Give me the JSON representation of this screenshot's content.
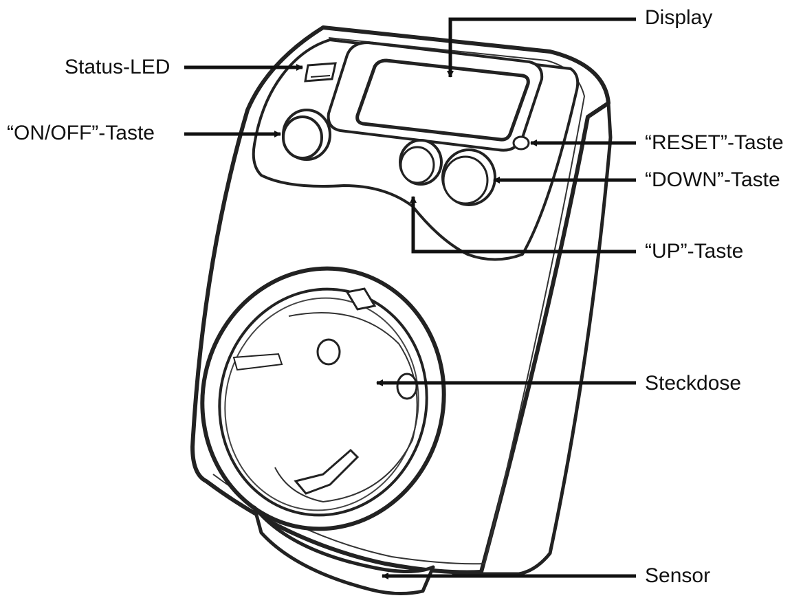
{
  "labels": {
    "display": "Display",
    "status_led": "Status-LED",
    "on_off": "“ON/OFF”-Taste",
    "reset": "“RESET”-Taste",
    "down": "“DOWN”-Taste",
    "up": "“UP”-Taste",
    "socket": "Steckdose",
    "sensor": "Sensor"
  },
  "colors": {
    "ink": "#111111",
    "background": "#ffffff"
  }
}
